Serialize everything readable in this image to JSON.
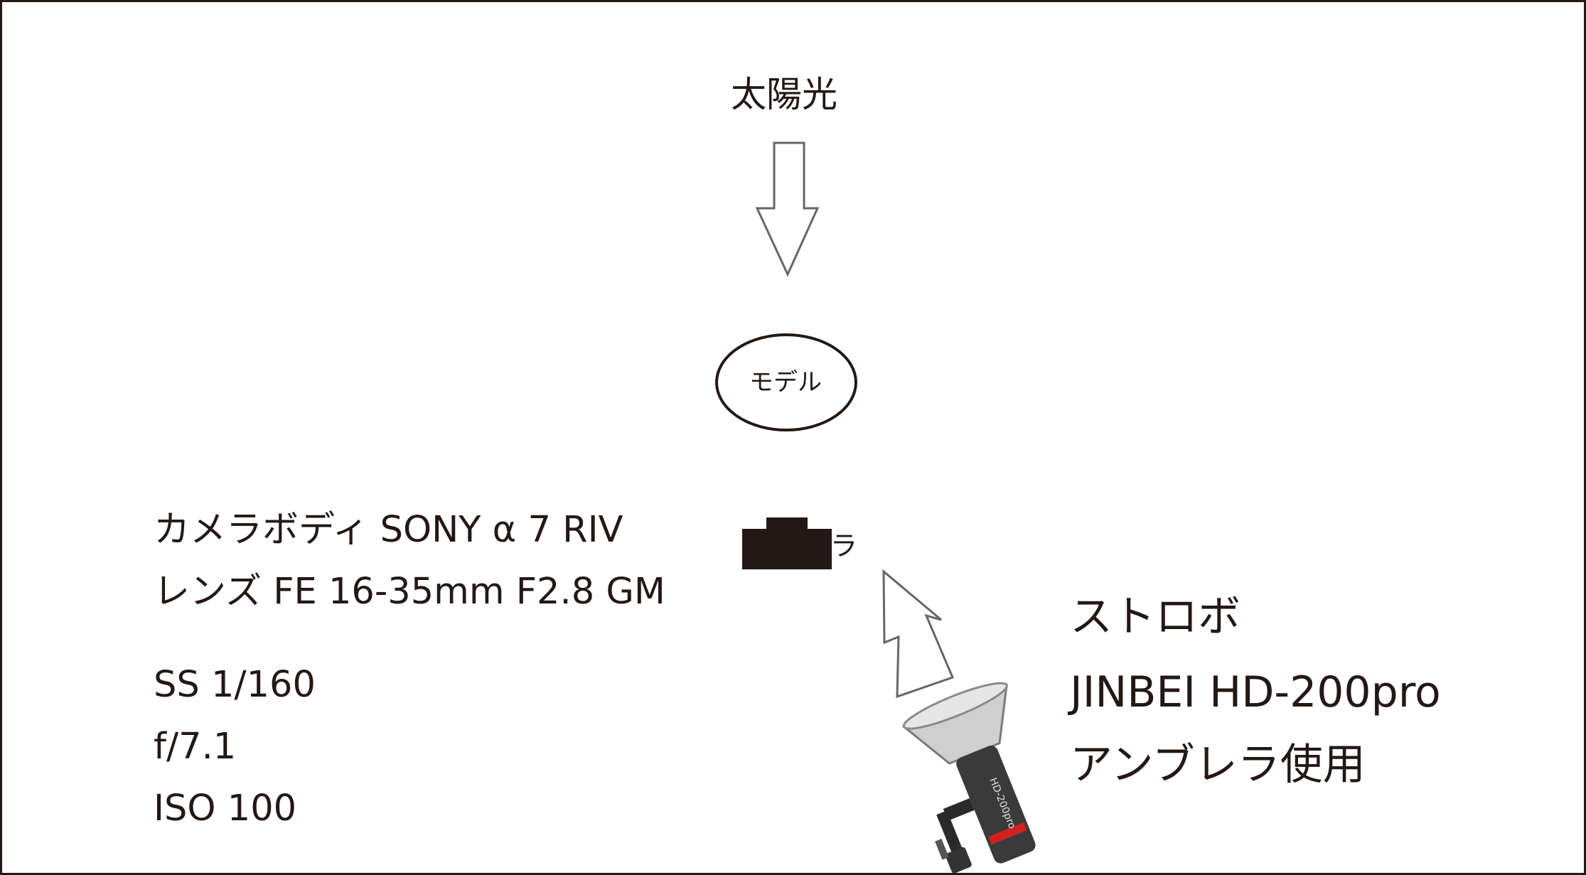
{
  "diagram": {
    "sun_label": "太陽光",
    "model_label": "モデル",
    "camera_partial_label": "ラ",
    "camera_settings": {
      "body": "カメラボディ SONY α 7 RIV",
      "lens": "レンズ FE 16-35mm F2.8 GM",
      "shutter_speed": "SS 1/160",
      "aperture": "f/7.1",
      "iso": "ISO 100"
    },
    "strobe": {
      "title": "ストロボ",
      "model": "JINBEI HD-200pro",
      "modifier": "アンブレラ使用",
      "device_text": "HD-200pro"
    },
    "colors": {
      "text": "#231815",
      "arrow_stroke": "#666666",
      "camera_fill": "#231815",
      "strobe_reflector": "#bdbdbd",
      "strobe_body": "#3a3a3a",
      "strobe_accent": "#d22020"
    }
  }
}
